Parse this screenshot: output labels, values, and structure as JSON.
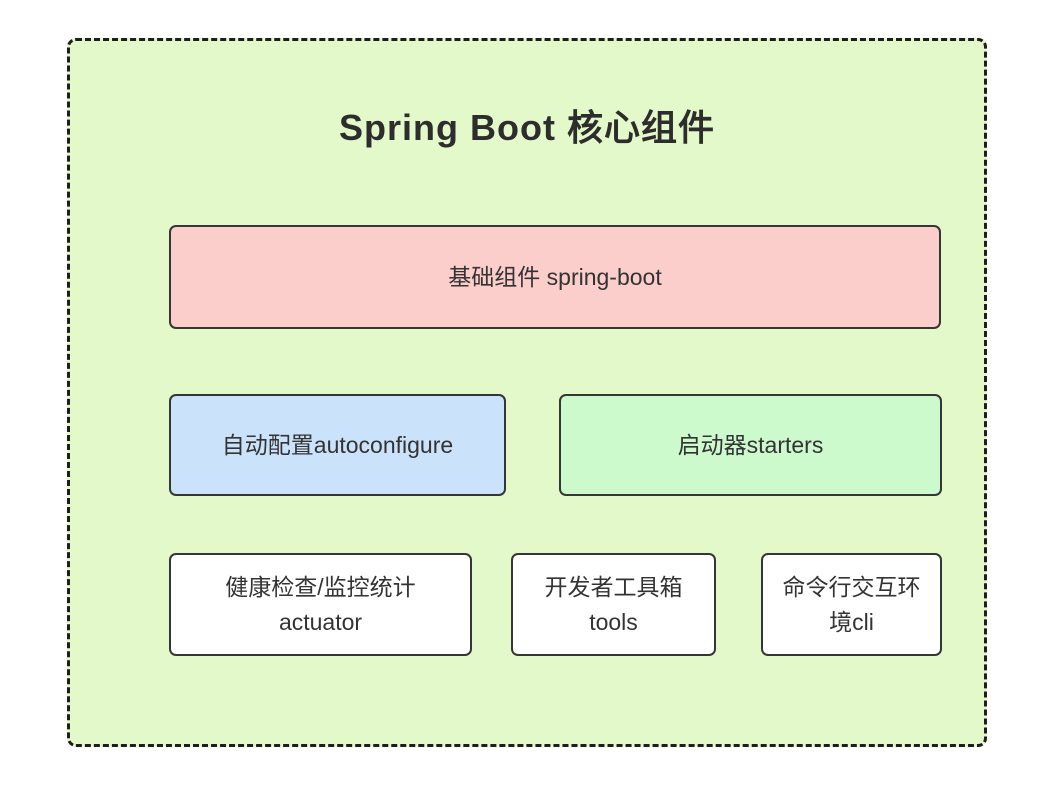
{
  "diagram": {
    "title": "Spring Boot 核心组件",
    "colors": {
      "canvas_bg": "#ffffff",
      "container_bg": "#e4f9c9",
      "container_border": "#1e1e1e",
      "node_border": "#363636",
      "text": "#333333",
      "title_text": "#2d2d2d"
    },
    "nodes": {
      "base": {
        "label": "基础组件 spring-boot",
        "bg": "#fbcdcb"
      },
      "autoconfigure": {
        "label": "自动配置autoconfigure",
        "bg": "#cbe3fa"
      },
      "starters": {
        "label": "启动器starters",
        "bg": "#ccfacd"
      },
      "actuator": {
        "label": "健康检查/监控统计 actuator",
        "bg": "#ffffff"
      },
      "tools": {
        "label": "开发者工具箱 tools",
        "bg": "#ffffff"
      },
      "cli": {
        "label": "命令行交互环境cli",
        "bg": "#ffffff"
      }
    }
  }
}
